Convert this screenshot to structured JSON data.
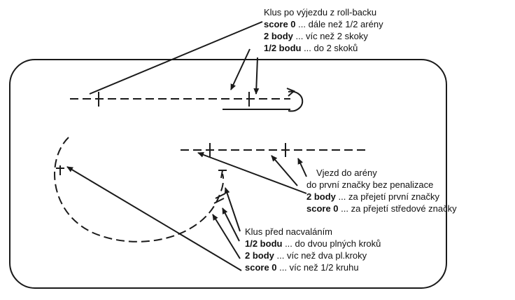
{
  "colors": {
    "ink": "#1a1a1a",
    "background": "#ffffff"
  },
  "notes": {
    "rollback": {
      "heading": "Klus po výjezdu z roll-backu",
      "rows": [
        {
          "strong": "score 0",
          "rest": " ... dále než 1/2 arény"
        },
        {
          "strong": "2 body",
          "rest": " ... víc než 2 skoky"
        },
        {
          "strong": "1/2 bodu",
          "rest": " ... do 2 skoků"
        }
      ]
    },
    "entry": {
      "heading": "Vjezd do arény",
      "subheading": "do první značky bez penalizace",
      "rows": [
        {
          "strong": "2 body",
          "rest": " ... za přejetí první značky"
        },
        {
          "strong": "score 0",
          "rest": " ... za přejetí středové značky"
        }
      ]
    },
    "circle": {
      "heading": "Klus před nacvaláním",
      "rows": [
        {
          "strong": "1/2 bodu",
          "rest": " ... do dvou plných kroků"
        },
        {
          "strong": "2 body",
          "rest": " ... víc než dva  pl.kroky"
        },
        {
          "strong": "score 0",
          "rest": " ... víc než 1/2 kruhu"
        }
      ]
    }
  }
}
